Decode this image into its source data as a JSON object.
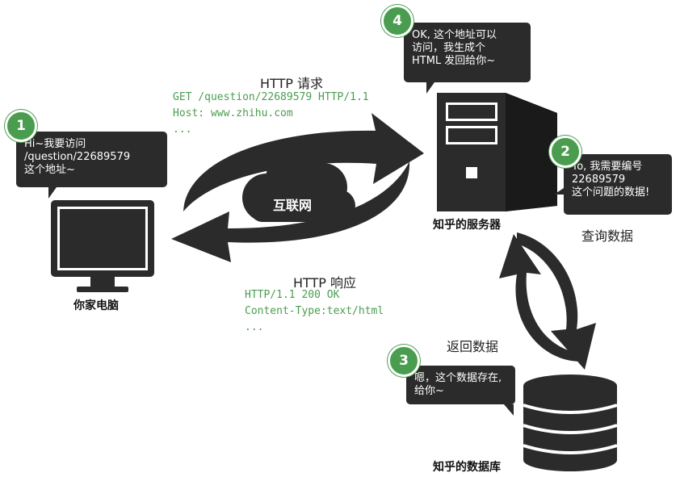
{
  "steps": [
    {
      "number": "1",
      "lines": [
        "Hi~我要访问",
        "/question/22689579",
        "这个地址~"
      ]
    },
    {
      "number": "2",
      "lines": [
        "Yo, 我需要编号",
        "22689579",
        "这个问题的数据!"
      ]
    },
    {
      "number": "3",
      "lines": [
        "嗯，这个数据存在,",
        "给你~"
      ]
    },
    {
      "number": "4",
      "lines": [
        "OK, 这个地址可以",
        "访问，我生成个",
        "HTML 发回给你~"
      ]
    }
  ],
  "request": {
    "title": "HTTP 请求",
    "lines": [
      "GET /question/22689579 HTTP/1.1",
      "Host: www.zhihu.com",
      "..."
    ]
  },
  "response": {
    "title": "HTTP 响应",
    "lines": [
      "HTTP/1.1 200 OK",
      "Content-Type:text/html",
      "..."
    ]
  },
  "internet_label": "互联网",
  "query_label": "查询数据",
  "return_label": "返回数据",
  "nodes": {
    "client": "你家电脑",
    "server": "知乎的服务器",
    "database": "知乎的数据库"
  },
  "colors": {
    "dark": "#2b2b2b",
    "accent_green": "#4a9d4f",
    "background": "#ffffff"
  },
  "icons": [
    "monitor-icon",
    "server-tower-icon",
    "database-icon",
    "cloud-icon",
    "curved-arrow-icon"
  ]
}
